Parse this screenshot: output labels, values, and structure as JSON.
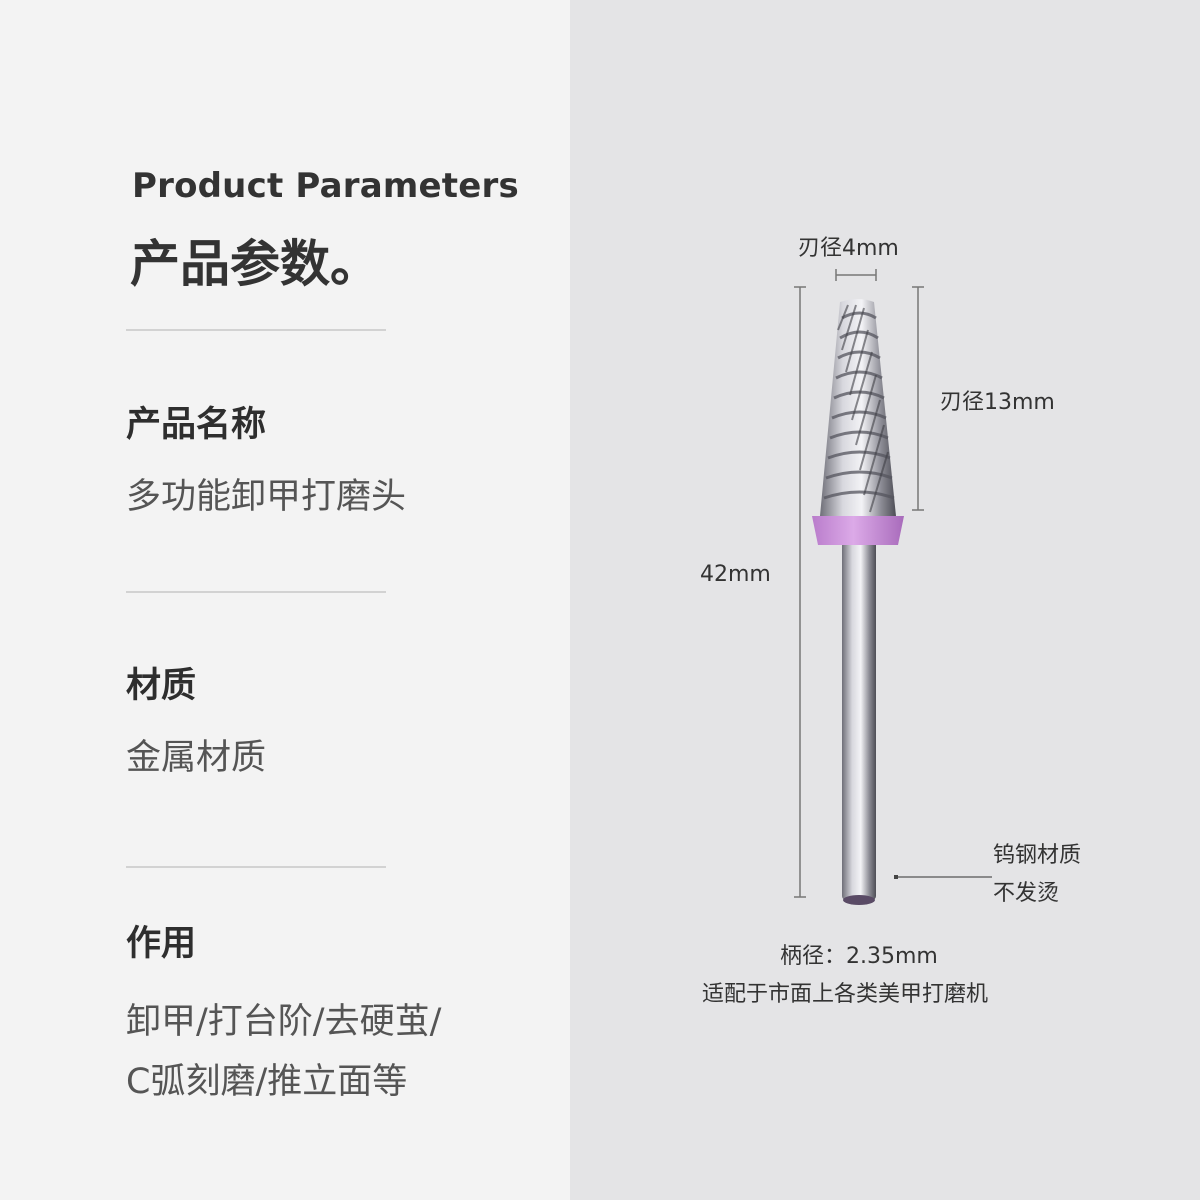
{
  "params": {
    "title_en": "Product Parameters",
    "title_cn": "产品参数。",
    "items": [
      {
        "label": "产品名称",
        "value": "多功能卸甲打磨头"
      },
      {
        "label": "材质",
        "value": "金属材质"
      },
      {
        "label": "作用",
        "value_lines": [
          "卸甲/打台阶/去硬茧/",
          "C弧刻磨/推立面等"
        ]
      }
    ]
  },
  "product": {
    "dim_head_diameter": "刃径4mm",
    "dim_head_length": "刃径13mm",
    "dim_total_length": "42mm",
    "material_note": [
      "钨钢材质",
      "不发烫"
    ],
    "shank_note": [
      "柄径：2.35mm",
      "适配于市面上各类美甲打磨机"
    ],
    "band_color": "#c98fd8",
    "metal_color": "#9a9aa3"
  }
}
